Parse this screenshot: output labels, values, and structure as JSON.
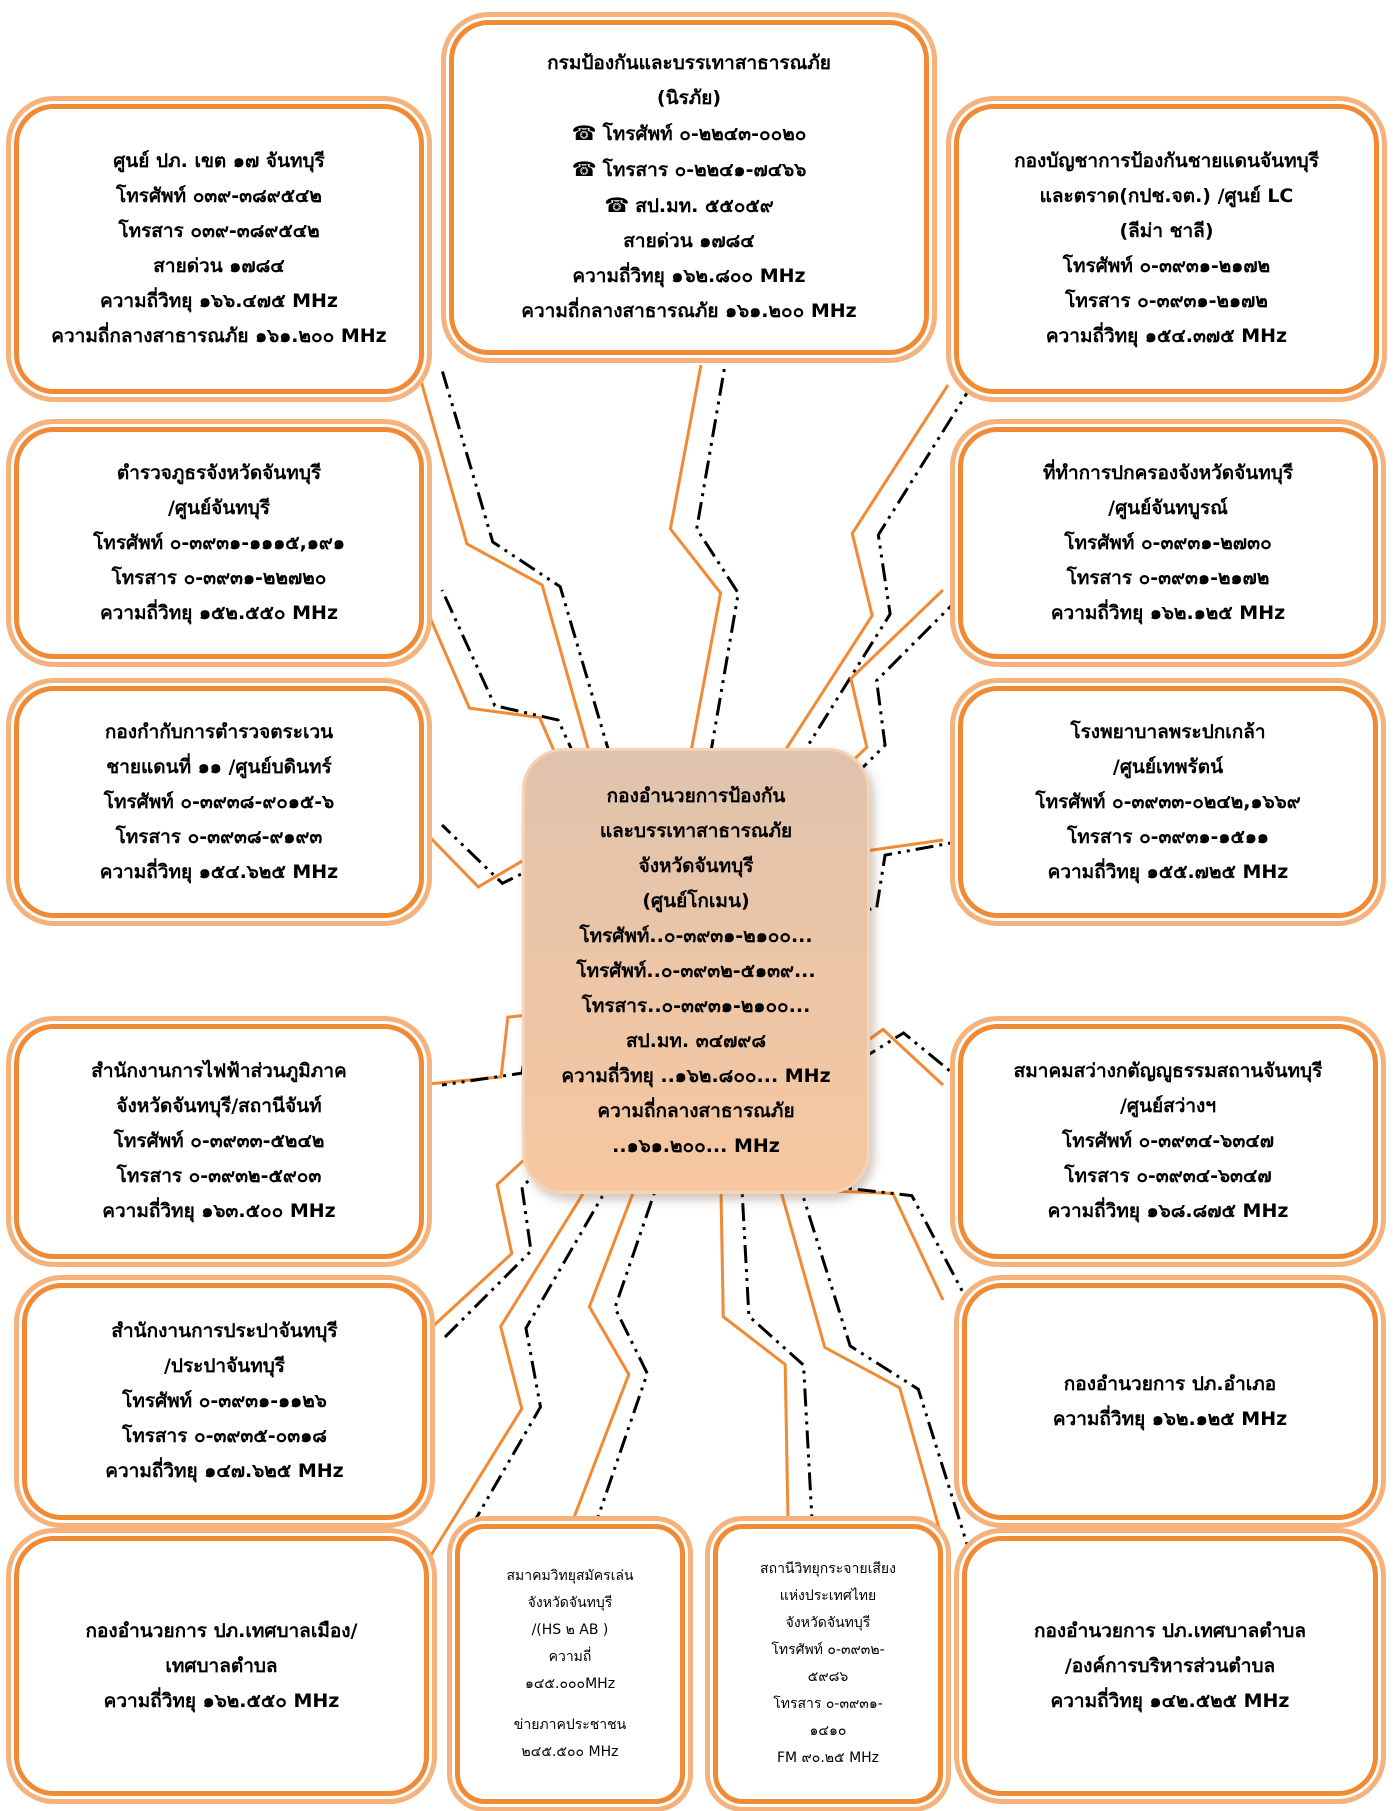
{
  "center": {
    "lines": [
      "กองอำนวยการป้องกัน",
      "และบรรเทาสาธารณภัย",
      "จังหวัดจันทบุรี",
      "(ศูนย์โกเมน)",
      "โทรศัพท์..๐-๓๙๓๑-๒๑๐๐...",
      "โทรศัพท์..๐-๓๙๓๒-๕๑๓๙...",
      "โทรสาร..๐-๓๙๓๑-๒๑๐๐...",
      "สป.มท. ๓๔๗๙๘",
      "ความถี่วิทยุ ..๑๖๒.๘๐๐... MHz",
      "ความถี่กลางสาธารณภัย",
      "..๑๖๑.๒๐๐... MHz"
    ]
  },
  "nodes": {
    "top_center": {
      "lines": [
        "กรมป้องกันและบรรเทาสาธารณภัย",
        "(นิรภัย)",
        "โทรศัพท์ ๐-๒๒๔๓-๐๐๒๐",
        "โทรสาร ๐-๒๒๔๑-๗๔๖๖",
        "สป.มท. ๕๕๐๕๙",
        "สายด่วน ๑๗๘๔",
        "ความถี่วิทยุ  ๑๖๒.๘๐๐ MHz",
        "ความถี่กลางสาธารณภัย ๑๖๑.๒๐๐  MHz"
      ]
    },
    "top_left": {
      "lines": [
        "ศูนย์ ปภ. เขต ๑๗ จันทบุรี",
        "โทรศัพท์ ๐๓๙-๓๘๙๕๔๒",
        "โทรสาร ๐๓๙-๓๘๙๕๔๒",
        "สายด่วน ๑๗๘๔",
        "ความถี่วิทยุ ๑๖๖.๔๗๕  MHz",
        "ความถี่กลางสาธารณภัย ๑๖๑.๒๐๐ MHz"
      ]
    },
    "top_right": {
      "lines": [
        "กองบัญชาการป้องกันชายแดนจันทบุรี",
        "และตราด(กปช.จต.) /ศูนย์ LC",
        "(ลีม่า ชาลี)",
        "โทรศัพท์  ๐-๓๙๓๑-๒๑๗๒",
        "โทรสาร  ๐-๓๙๓๑-๒๑๗๒",
        "ความถี่วิทยุ ๑๕๔.๓๗๕  MHz"
      ]
    },
    "left_2": {
      "lines": [
        "ตำรวจภูธรจังหวัดจันทบุรี",
        "/ศูนย์จันทบุรี",
        "โทรศัพท์  ๐-๓๙๓๑-๑๑๑๕,๑๙๑",
        "โทรสาร  ๐-๓๙๓๑-๒๒๗๒๐",
        "ความถี่วิทยุ  ๑๕๒.๕๕๐  MHz"
      ]
    },
    "right_2": {
      "lines": [
        "ที่ทำการปกครองจังหวัดจันทบุรี",
        "/ศูนย์จันทบูรณ์",
        "โทรศัพท์ ๐-๓๙๓๑-๒๗๓๐",
        "โทรสาร ๐-๓๙๓๑-๒๑๗๒",
        "ความถี่วิทยุ  ๑๖๒.๑๒๕ MHz"
      ]
    },
    "left_3": {
      "lines": [
        "กองกำกับการตำรวจตระเวน",
        "ชายแดนที่ ๑๑ /ศูนย์บดินทร์",
        "โทรศัพท์ ๐-๓๙๓๘-๙๐๑๕-๖",
        "โทรสาร ๐-๓๙๓๘-๙๑๙๓",
        "ความถี่วิทยุ  ๑๕๔.๖๒๕ MHz"
      ]
    },
    "right_3": {
      "lines": [
        "โรงพยาบาลพระปกเกล้า",
        "/ศูนย์เทพรัตน์",
        "โทรศัพท์ ๐-๓๙๓๓-๐๒๔๒,๑๖๖๙",
        "โทรสาร  ๐-๓๙๓๑-๑๕๑๑",
        "ความถี่วิทยุ  ๑๕๕.๗๒๕  MHz"
      ]
    },
    "left_4": {
      "lines": [
        "สำนักงานการไฟฟ้าส่วนภูมิภาค",
        "จังหวัดจันทบุรี/สถานีจันท์",
        "โทรศัพท์  ๐-๓๙๓๓-๕๒๔๒",
        "โทรสาร  ๐-๓๙๓๒-๕๙๐๓",
        "ความถี่วิทยุ  ๑๖๓.๕๐๐  MHz"
      ]
    },
    "right_4": {
      "lines": [
        "สมาคมสว่างกตัญญูธรรมสถานจันทบุรี",
        "/ศูนย์สว่างฯ",
        "โทรศัพท์  ๐-๓๙๓๔-๖๓๔๗",
        "โทรสาร  ๐-๓๙๓๔-๖๓๔๗",
        "ความถี่วิทยุ  ๑๖๘.๘๗๕ MHz"
      ]
    },
    "left_5": {
      "lines": [
        "สำนักงานการประปาจันทบุรี",
        "/ประปาจันทบุรี",
        "โทรศัพท์ ๐-๓๙๓๑-๑๑๒๖",
        "โทรสาร ๐-๓๙๓๕-๐๓๑๘",
        "ความถี่วิทยุ  ๑๔๗.๖๒๕  MHz"
      ]
    },
    "right_5": {
      "lines": [
        "กองอำนวยการ ปภ.อำเภอ",
        "ความถี่วิทยุ  ๑๖๒.๑๒๕  MHz"
      ]
    },
    "bottom_left": {
      "lines": [
        "กองอำนวยการ ปภ.เทศบาลเมือง/",
        "เทศบาลตำบล",
        "ความถี่วิทยุ ๑๖๒.๕๕๐  MHz"
      ]
    },
    "bottom_mid_left": {
      "lines": [
        "สมาคมวิทยุสมัครเล่น",
        "จังหวัดจันทบุรี",
        "/(HS ๒ AB )",
        "ความถี่",
        "๑๔๕.๐๐๐MHz",
        "",
        "ข่ายภาคประชาชน",
        "๒๔๕.๕๐๐ MHz"
      ]
    },
    "bottom_mid_right": {
      "lines": [
        "สถานีวิทยุกระจายเสียง",
        "แห่งประเทศไทย",
        "จังหวัดจันทบุรี",
        "โทรศัพท์  ๐-๓๙๓๒-",
        "๕๙๘๖",
        "โทรสาร  ๐-๓๙๓๑-",
        "๑๔๑๐",
        "FM ๙๐.๒๕ MHz"
      ]
    },
    "bottom_right": {
      "lines": [
        "กองอำนวยการ ปภ.เทศบาลตำบล",
        "/องค์การบริหารส่วนตำบล",
        "ความถี่วิทยุ ๑๔๒.๕๒๕   MHz"
      ]
    }
  },
  "colors": {
    "box_border": "#f08a35",
    "box_shadow": "#f6b27c",
    "center_fill": "#edc6a6",
    "link_orange": "#f08a35",
    "link_dash": "#000000"
  },
  "icons": {
    "phone": "telephone-icon"
  }
}
